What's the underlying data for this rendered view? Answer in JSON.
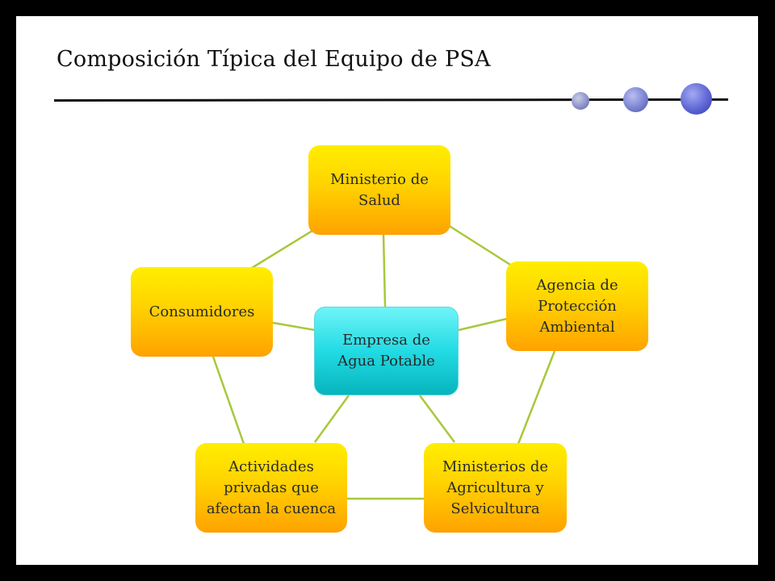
{
  "title": "Composición Típica del Equipo de PSA",
  "diagram": {
    "center": {
      "label": "Empresa de Agua Potable",
      "lines": [
        "Empresa de",
        "Agua Potable"
      ]
    },
    "nodes": [
      {
        "id": "salud",
        "label": "Ministerio de Salud",
        "lines": [
          "Ministerio de",
          "Salud"
        ]
      },
      {
        "id": "ambiental",
        "label": "Agencia de Protección Ambiental",
        "lines": [
          "Agencia de",
          "Protección",
          "Ambiental"
        ]
      },
      {
        "id": "agricultura",
        "label": "Ministerios de Agricultura y Selvicultura",
        "lines": [
          "Ministerios de",
          "Agricultura y",
          "Selvicultura"
        ]
      },
      {
        "id": "privadas",
        "label": "Actividades privadas que afectan la cuenca",
        "lines": [
          "Actividades",
          "privadas que",
          "afectan la cuenca"
        ]
      },
      {
        "id": "consumidores",
        "label": "Consumidores",
        "lines": [
          "Consumidores"
        ]
      }
    ],
    "colors": {
      "node_top": "#ffee00",
      "node_bottom": "#ffa200",
      "center_top": "#6ff4f7",
      "center_bottom": "#07b4bd",
      "connector": "#a8c83a"
    }
  }
}
